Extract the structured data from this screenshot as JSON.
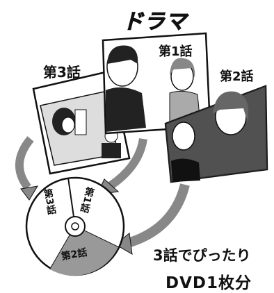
{
  "title": "ドラマ",
  "episodes": {
    "ep1": "第1話",
    "ep2": "第2話",
    "ep3": "第3話"
  },
  "disc": {
    "seg1": "第1話",
    "seg2": "第2話",
    "seg3": "第3話"
  },
  "caption": {
    "line1": "3話でぴったり",
    "line2": "DVD1枚分"
  }
}
